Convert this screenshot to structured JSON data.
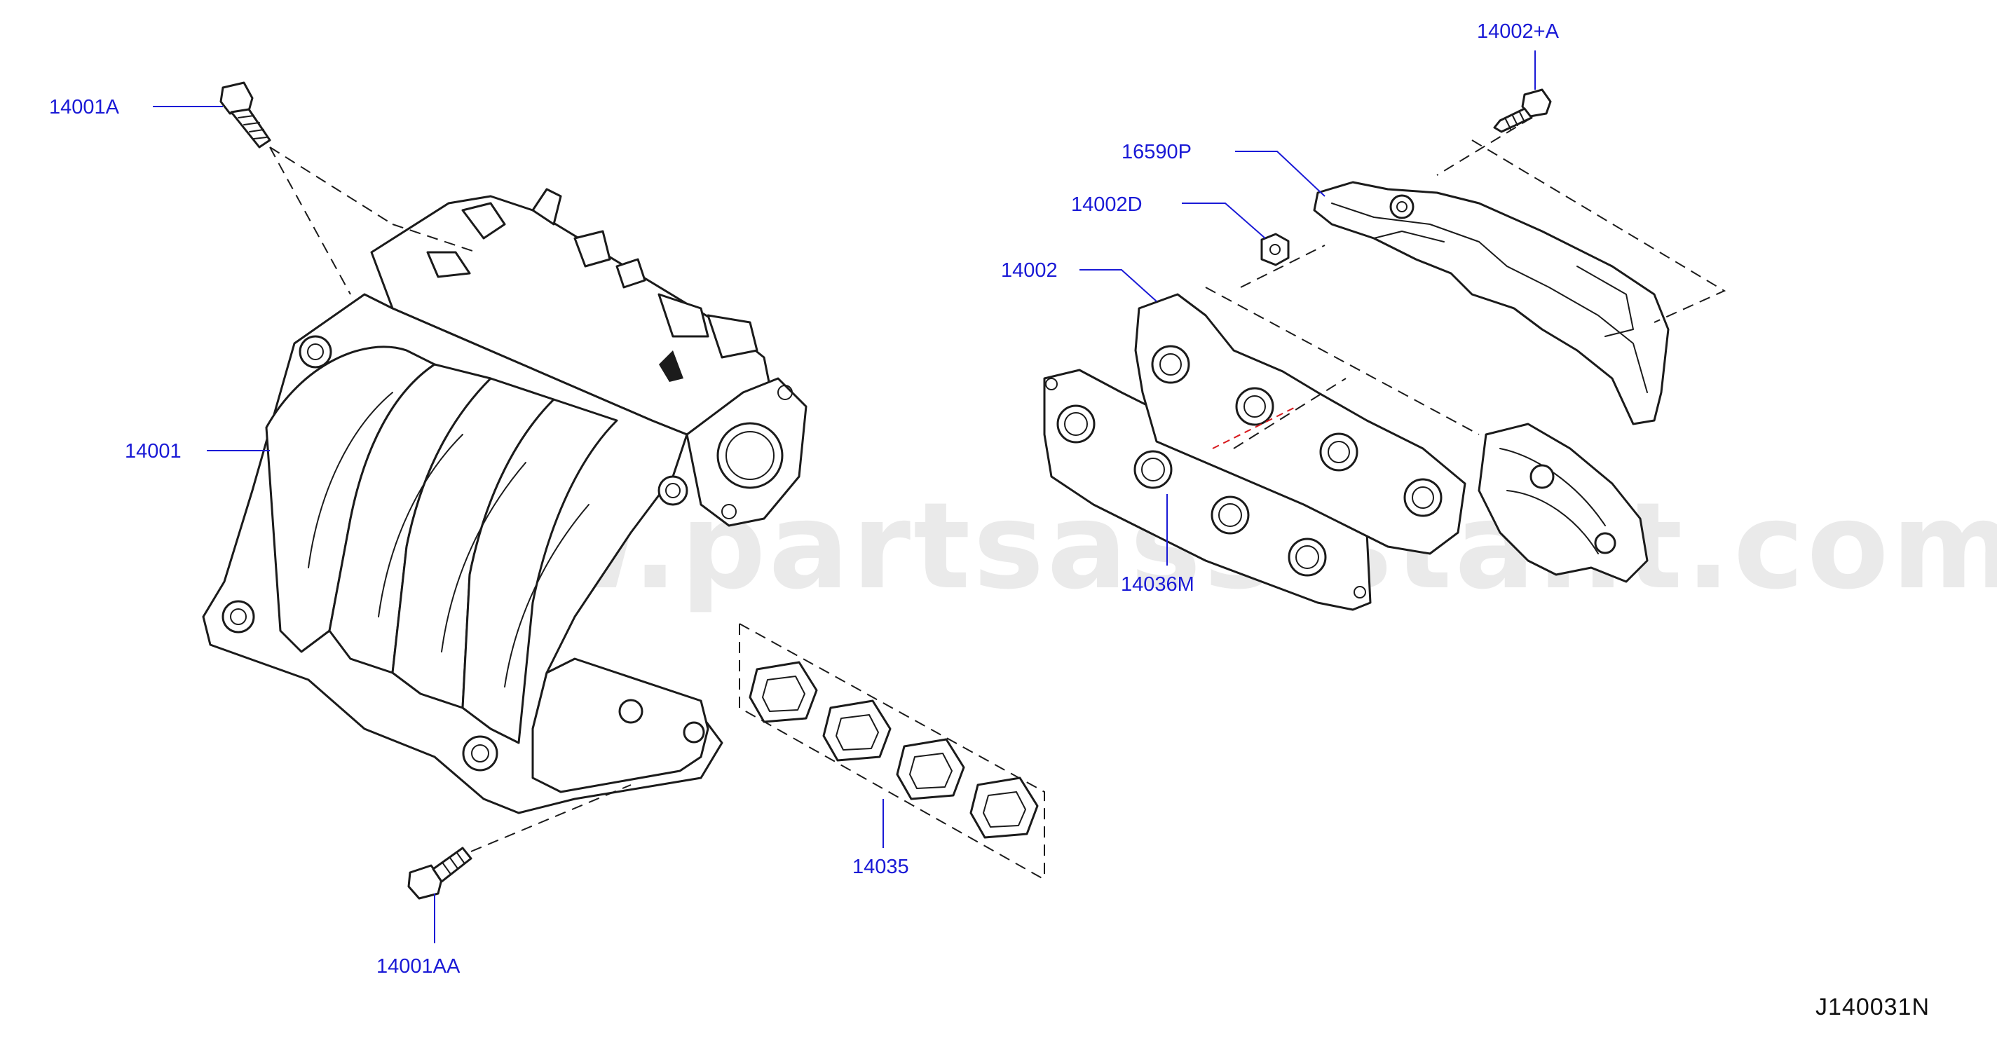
{
  "diagram": {
    "code": "J140031N",
    "watermark": "www.partsassistant.com",
    "callouts": {
      "p14001A": "14001A",
      "p14001": "14001",
      "p14001AA": "14001AA",
      "p14035": "14035",
      "p14002A": "14002+A",
      "p16590P": "16590P",
      "p14002D": "14002D",
      "p14002": "14002",
      "p14036M": "14036M"
    }
  },
  "colors": {
    "label": "#1a1ad6",
    "line": "#1b1b1b",
    "hidden_line": "#d8191d",
    "watermark": "#d9d9d9"
  }
}
